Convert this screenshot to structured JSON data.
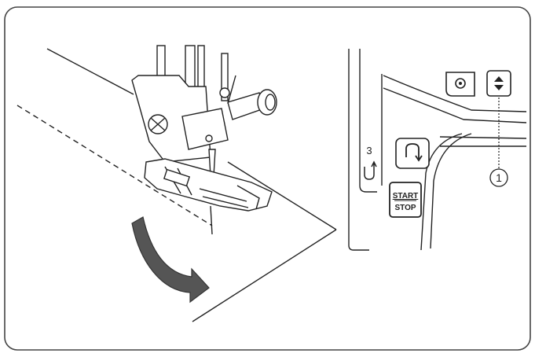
{
  "panel": {
    "reverse_symbol_number": "3",
    "start_stop_line1": "START",
    "start_stop_line2": "STOP",
    "callout_number": "1"
  },
  "icons": {
    "needle_stop_button": "needle-up-down-icon",
    "lock_button": "circle-dot-icon",
    "reverse_button": "reverse-stitch-icon",
    "reverse_symbol": "reverse-arrow-icon",
    "turn_arrow": "curved-arrow-icon"
  },
  "colors": {
    "line": "#222222",
    "arrow_fill": "#555555",
    "frame": "#444444"
  }
}
